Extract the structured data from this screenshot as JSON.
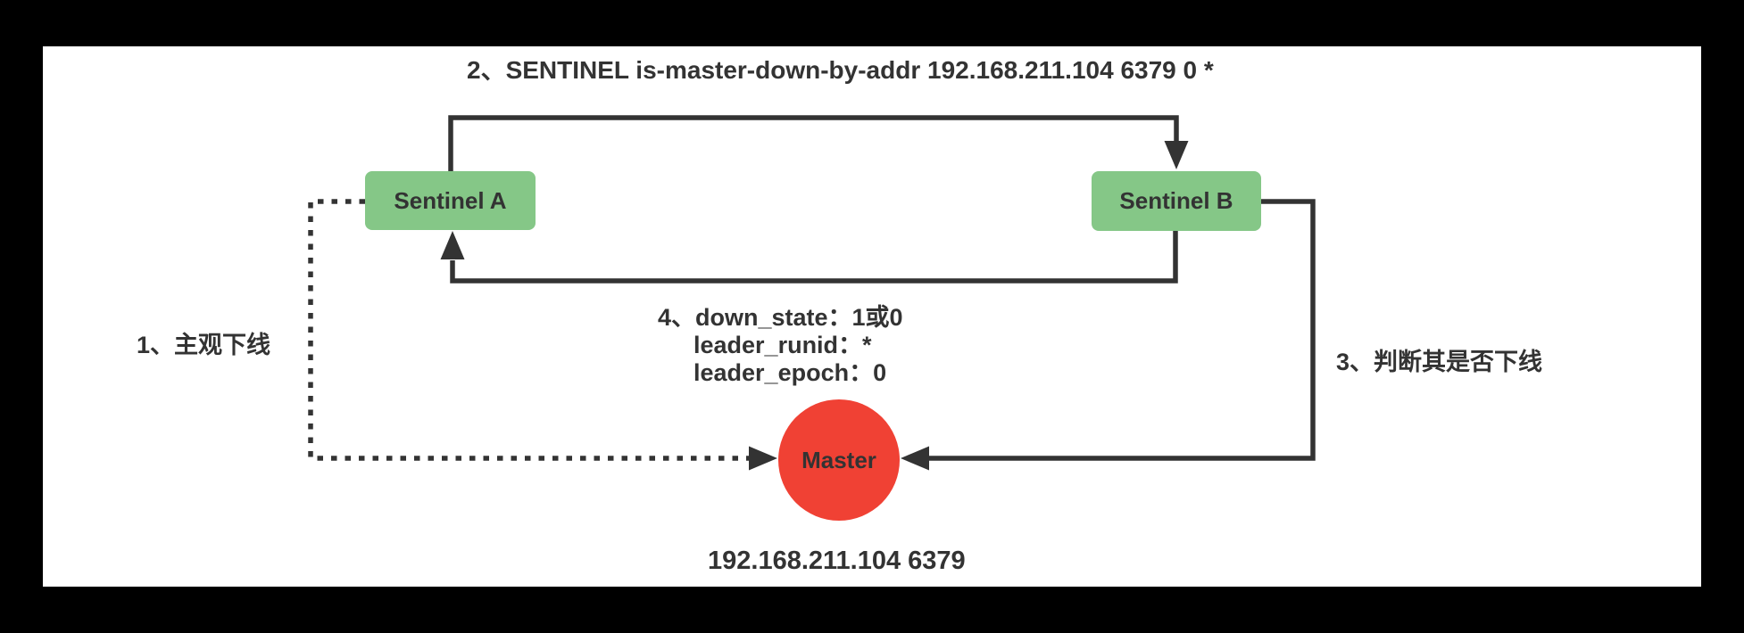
{
  "panel": {
    "canvas_background": "#000000",
    "background": "#ffffff"
  },
  "colors": {
    "connector": "#333333",
    "text": "#333333",
    "sentinel_box": "#85c787",
    "master_circle": "#f04134"
  },
  "nodes": {
    "sentinel_a": {
      "label": "Sentinel A"
    },
    "sentinel_b": {
      "label": "Sentinel B"
    },
    "master": {
      "label": "Master",
      "address": "192.168.211.104 6379"
    }
  },
  "labels": {
    "step1": "1、主观下线",
    "step2": "2、SENTINEL is-master-down-by-addr 192.168.211.104 6379 0 *",
    "step3": "3、判断其是否下线",
    "step4": {
      "line1": "4、down_state：1或0",
      "line2": "leader_runid：*",
      "line3": "leader_epoch：0"
    }
  }
}
